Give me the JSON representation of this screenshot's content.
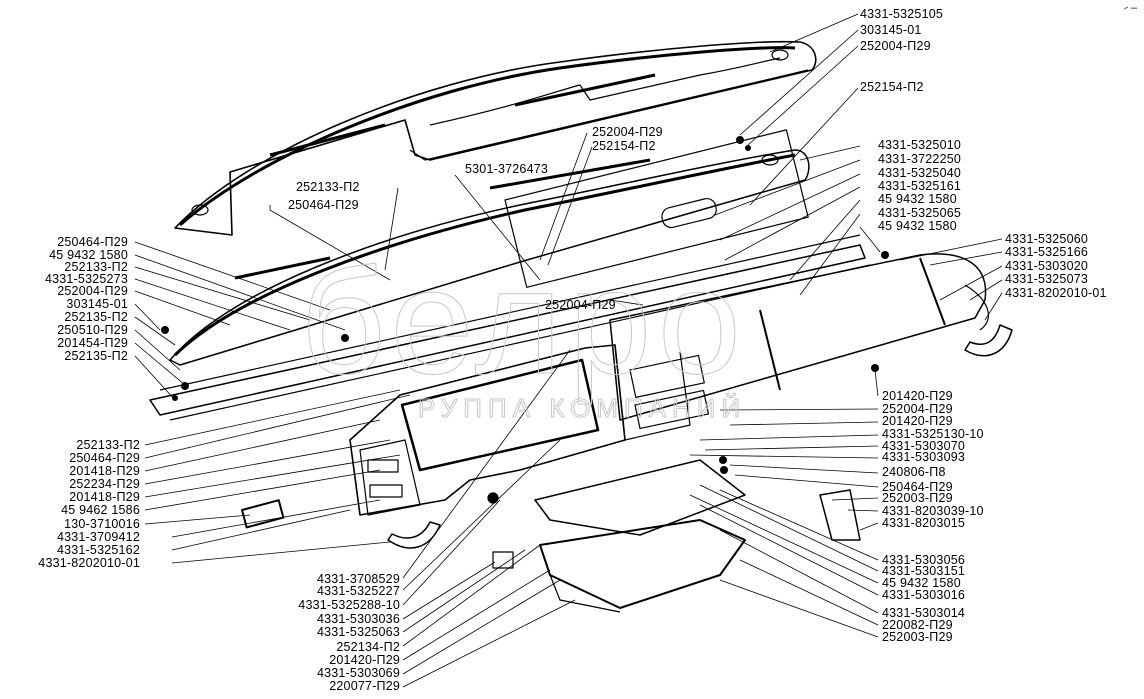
{
  "diagram": {
    "type": "exploded parts diagram",
    "subject": "dashboard / instrument panel assembly",
    "watermark": {
      "logo": "белро",
      "subtitle": "РУППА КОМПАНИЙ"
    },
    "labels": {
      "top_right": [
        "4331-5325105",
        "303145-01",
        "252004-П29",
        "252154-П2"
      ],
      "top_center": [
        "252004-П29",
        "252154-П2",
        "5301-3726473",
        "252133-П2",
        "250464-П29"
      ],
      "right_upper": [
        "4331-5325010",
        "4331-3722250",
        "4331-5325040",
        "4331-5325161",
        "45 9432 1580",
        "4331-5325065",
        "45 9432 1580"
      ],
      "right_mid": [
        "4331-5325060",
        "4331-5325166",
        "4331-5303020",
        "4331-5325073",
        "4331-8202010-01"
      ],
      "center": [
        "252004-П29"
      ],
      "right_lower": [
        "201420-П29",
        "252004-П29",
        "201420-П29",
        "4331-5325130-10",
        "4331-5303070",
        "4331-5303093",
        "240806-П8",
        "250464-П29",
        "252003-П29",
        "4331-8203039-10",
        "4331-8203015"
      ],
      "right_bottom": [
        "4331-5303056",
        "4331-5303151",
        "45 9432 1580",
        "4331-5303016",
        "4331-5303014",
        "220082-П29",
        "252003-П29"
      ],
      "left_upper": [
        "250464-П29",
        "45 9432 1580",
        "252133-П2",
        "4331-5325273",
        "252004-П29",
        "303145-01",
        "252135-П2",
        "250510-П29",
        "201454-П29",
        "252135-П2"
      ],
      "left_lower": [
        "252133-П2",
        "250464-П29",
        "201418-П29",
        "252234-П29",
        "201418-П29",
        "45 9462 1586",
        "130-3710016",
        "4331-3709412",
        "4331-5325162",
        "4331-8202010-01"
      ],
      "bottom_center": [
        "4331-3708529",
        "4331-5325227",
        "4331-5325288-10",
        "4331-5303036",
        "4331-5325063",
        "252134-П2",
        "201420-П29",
        "4331-5303069",
        "220077-П29"
      ]
    }
  }
}
